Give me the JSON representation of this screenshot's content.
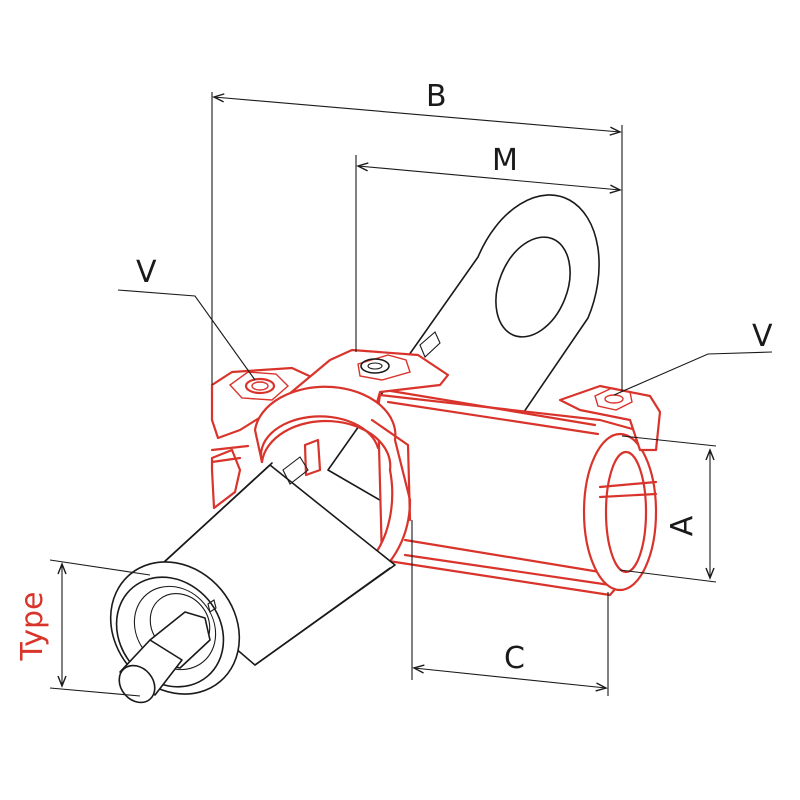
{
  "labels": {
    "b": "B",
    "m": "M",
    "v_left": "V",
    "v_right": "V",
    "a": "A",
    "c": "C",
    "type": "Type"
  },
  "colors": {
    "line": "#1a1a1a",
    "accent": "#d9342b",
    "background": "#ffffff"
  }
}
